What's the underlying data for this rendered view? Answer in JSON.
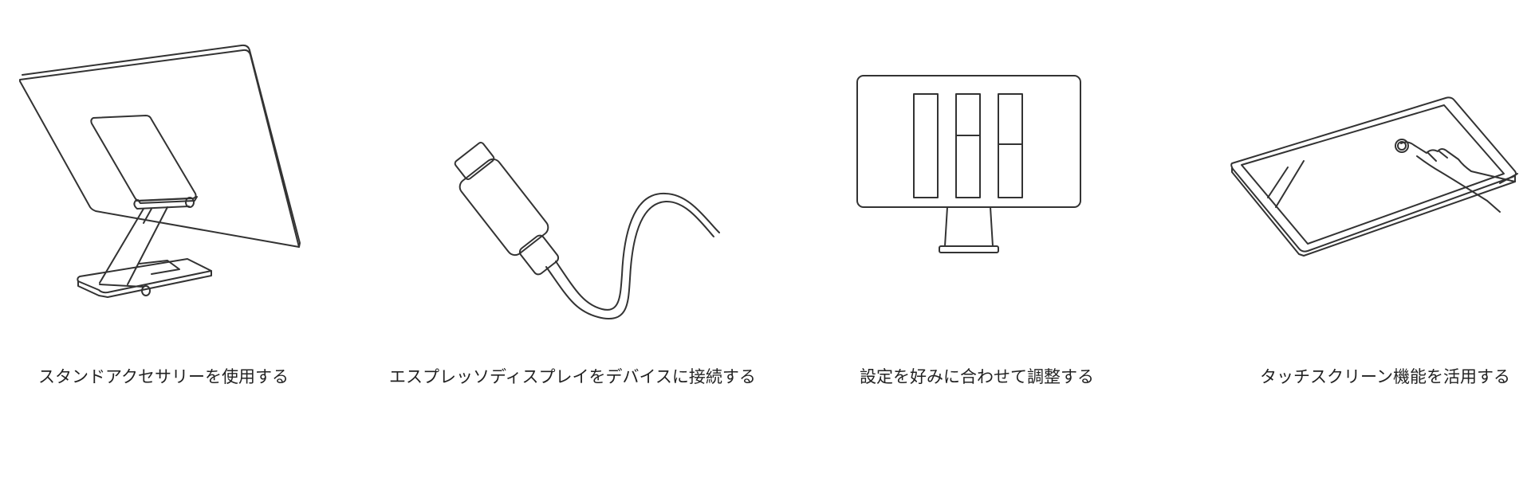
{
  "features": [
    {
      "id": "stand",
      "icon": "monitor-stand-icon",
      "label": "スタンドアクセサリーを使用する"
    },
    {
      "id": "connect",
      "icon": "usb-c-cable-icon",
      "label": "エスプレッソディスプレイをデバイスに接続する"
    },
    {
      "id": "adjust",
      "icon": "display-settings-icon",
      "label": "設定を好みに合わせて調整する"
    },
    {
      "id": "touch",
      "icon": "touchscreen-hand-icon",
      "label": "タッチスクリーン機能を活用する"
    }
  ]
}
